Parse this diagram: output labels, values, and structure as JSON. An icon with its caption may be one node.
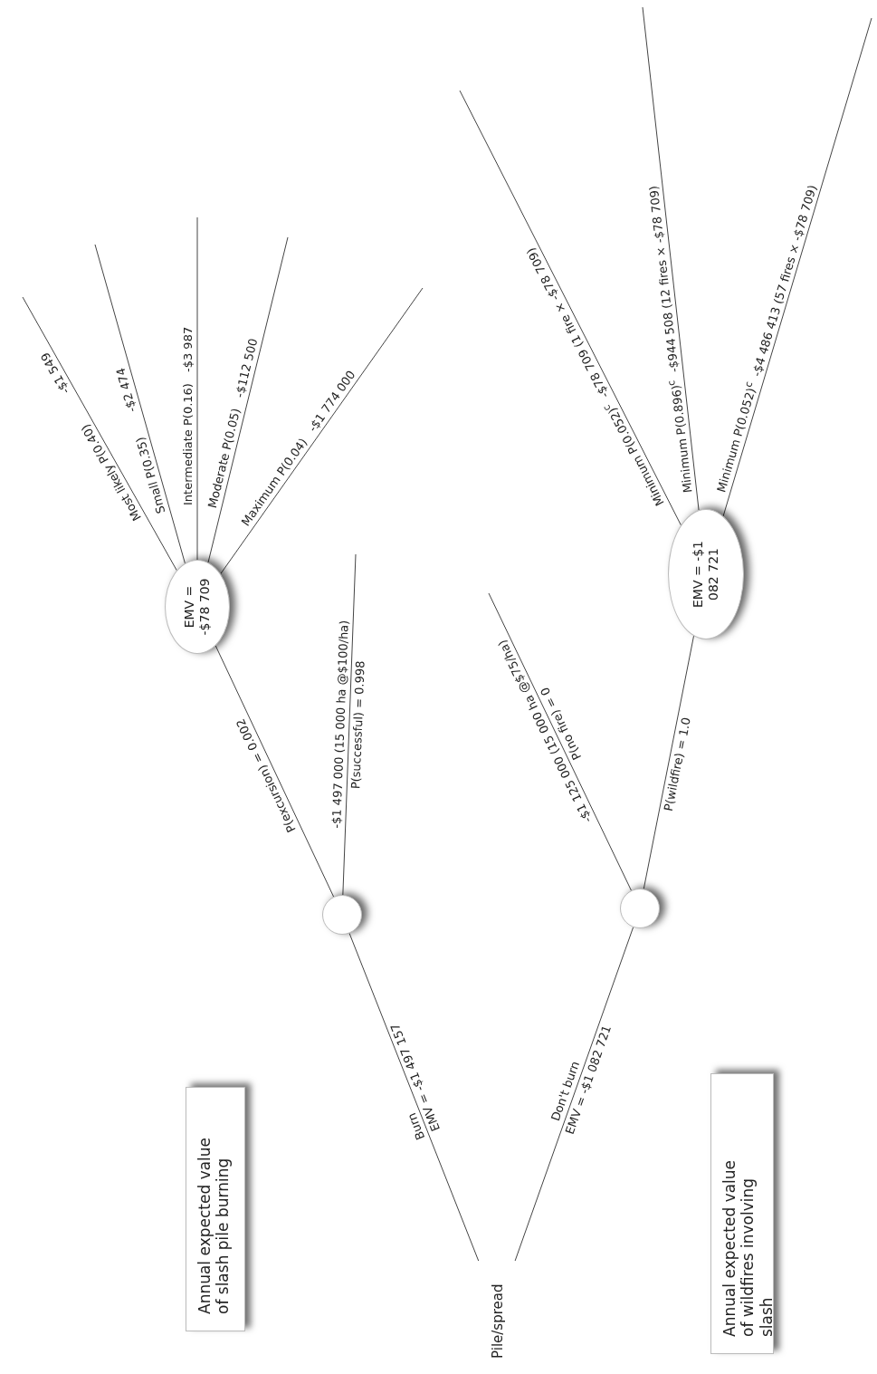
{
  "diagram": {
    "nodes": [
      {
        "text": [
          "Annual expected value of slash pile burning"
        ]
      },
      {
        "text": [
          "Annual expected value of wildfires involving slash"
        ]
      },
      {
        "text": [
          "Pile/spread"
        ]
      },
      {
        "text": [],
        "shape": "circle"
      },
      {
        "text": [],
        "shape": "circle"
      },
      {
        "text": [
          "EMV = -$78 709"
        ]
      },
      {
        "text": [
          "EMV = -$1 082 721"
        ]
      }
    ],
    "edges": [
      {
        "from": 2,
        "to": 3,
        "arrow": "none",
        "label": "Burn"
      },
      {
        "from": 2,
        "to": 4,
        "arrow": "none",
        "label": "Don't burn"
      },
      {
        "from": 3,
        "to": 5,
        "arrow": "none",
        "label": "P(excursion) = 0.002"
      },
      {
        "from": 3,
        "to": null,
        "arrow": "none",
        "label": "P(successful) = 0.998"
      },
      {
        "from": 4,
        "to": null,
        "arrow": "none",
        "label": "P(no fire) = 0"
      },
      {
        "from": 4,
        "to": 6,
        "arrow": "none",
        "label": "P(wildfire) = 1.0"
      },
      {
        "from": 5,
        "to": null,
        "arrow": "none",
        "label": "Most likely P(0.40)"
      },
      {
        "from": 5,
        "to": null,
        "arrow": "none",
        "label": "Small P(0.35)"
      },
      {
        "from": 5,
        "to": null,
        "arrow": "none",
        "label": "Intermediate P(0.16)"
      },
      {
        "from": 5,
        "to": null,
        "arrow": "none",
        "label": "Moderate P(0.05)"
      },
      {
        "from": 5,
        "to": null,
        "arrow": "none",
        "label": "Maximum P(0.04)"
      },
      {
        "from": 6,
        "to": null,
        "arrow": "none",
        "label": "Minimum P(0.052)$^{c}$"
      },
      {
        "from": 6,
        "to": null,
        "arrow": "none",
        "label": "Minimum P(0.896)$^{c}$"
      },
      {
        "from": 6,
        "to": null,
        "arrow": "none",
        "label": "Minimum P(0.052)$^{c}$"
      }
    ],
    "labels": [
      "EMV = -$1 497 157",
      "EMV = -$1 082 721",
      "-$1 497 000 (15 000 ha @$100/ha)",
      "-$1 125 000 (15 000 ha @$75/ha)",
      "-$1 549",
      "-$2 474",
      "-$3 987",
      "-$112 500",
      "-$1 774 000",
      "-$78 709 (1 fire × -$78 709)",
      "-$944 508 (12 fires × -$78 709)",
      "-$4 486 413 (57 fires × -$78 709)"
    ]
  }
}
